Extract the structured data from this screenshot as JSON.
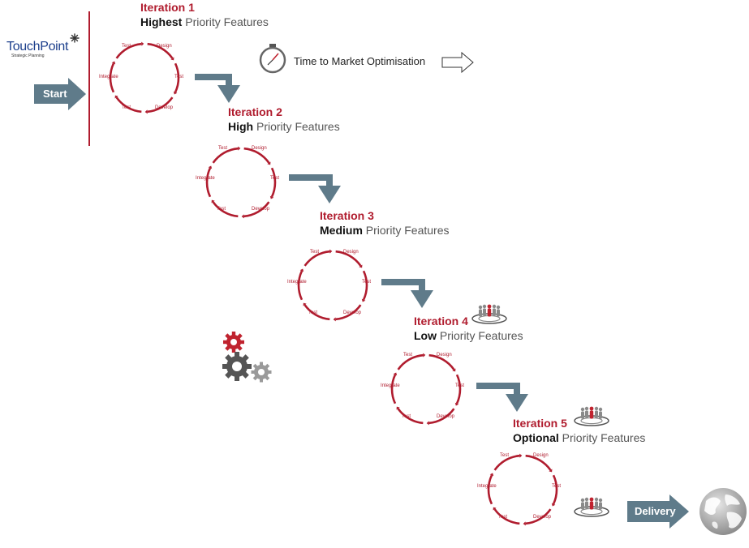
{
  "logo": {
    "name": "TouchPoint",
    "tagline": "Strategic Planning"
  },
  "start_label": "Start",
  "delivery_label": "Delivery",
  "time_to_market": "Time to Market Optimisation",
  "priority_suffix": "Priority Features",
  "cycle_labels": {
    "test_top": "Test",
    "design": "Design",
    "integrate": "Integrate",
    "test_right": "Test",
    "test_bottom": "Test",
    "develop": "Develop"
  },
  "iterations": [
    {
      "title": "Iteration 1",
      "priority": "Highest"
    },
    {
      "title": "Iteration 2",
      "priority": "High"
    },
    {
      "title": "Iteration 3",
      "priority": "Medium"
    },
    {
      "title": "Iteration 4",
      "priority": "Low"
    },
    {
      "title": "Iteration 5",
      "priority": "Optional"
    }
  ],
  "colors": {
    "accent": "#b01c2e",
    "arrow": "#5f7b8a",
    "gear_red": "#c0232f",
    "gear_dark": "#555555",
    "gear_light": "#9a9a9a",
    "logo_blue": "#1c3f8c"
  }
}
